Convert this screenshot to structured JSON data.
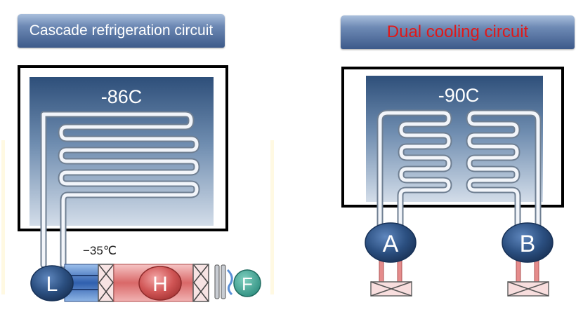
{
  "left": {
    "title": "Cascade refrigeration circuit",
    "temperature": "-86C",
    "aux_temperature": "−35℃",
    "compressor_low": "L",
    "compressor_high": "H",
    "fan": "F"
  },
  "right": {
    "title": "Dual cooling circuit",
    "temperature": "-90C",
    "compressor_a": "A",
    "compressor_b": "B"
  },
  "colors": {
    "banner_title_left": "#ffffff",
    "banner_title_right": "#e01818",
    "chamber_top": "#2e4f7a",
    "chamber_bottom": "#cdd9e6",
    "compressor": "#2b4f80",
    "heat_exchanger": "#d96868",
    "low_side_exchanger": "#3b6fbf"
  }
}
